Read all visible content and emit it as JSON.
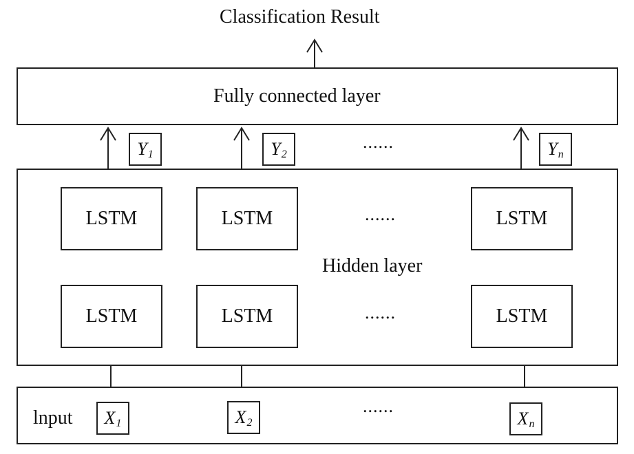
{
  "title": "Classification Result",
  "fully_connected": "Fully connected layer",
  "hidden_label": "Hidden layer",
  "input_label": "lnput",
  "lstm_label": "LSTM",
  "ellipsis": "......",
  "outputs": [
    {
      "letter": "Y",
      "sub": "1"
    },
    {
      "letter": "Y",
      "sub": "2"
    },
    {
      "letter": "Y",
      "sub": "n"
    }
  ],
  "inputs": [
    {
      "letter": "X",
      "sub": "1"
    },
    {
      "letter": "X",
      "sub": "2"
    },
    {
      "letter": "X",
      "sub": "n"
    }
  ]
}
